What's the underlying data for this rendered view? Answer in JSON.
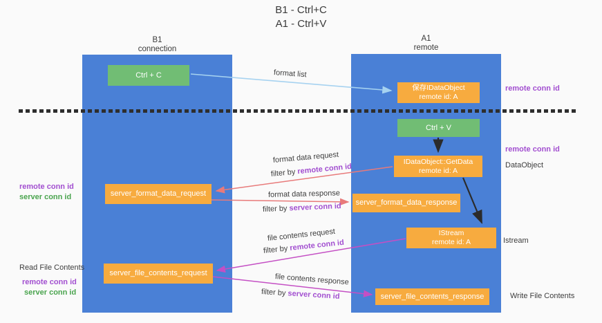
{
  "title": {
    "line1": "B1 - Ctrl+C",
    "line2": "A1 - Ctrl+V"
  },
  "lanes": {
    "left": {
      "name": "B1",
      "role": "connection"
    },
    "right": {
      "name": "A1",
      "role": "remote"
    }
  },
  "nodes": {
    "ctrl_c": "Ctrl + C",
    "ctrl_v": "Ctrl + V",
    "save_dataobject": {
      "line1": "保存IDataObject",
      "line2": "remote id: A"
    },
    "getdata": {
      "line1": "IDataObject::GetData",
      "line2": "remote id: A"
    },
    "istream": {
      "line1": "IStream",
      "line2": "remote id: A"
    },
    "format_request": "server_format_data_request",
    "format_response": "server_format_data_response",
    "file_request": "server_file_contents_request",
    "file_response": "server_file_contents_response"
  },
  "edge_labels": {
    "format_list": "format list",
    "format_data_request": "format data request",
    "format_data_response": "format data response",
    "file_contents_request": "file contents request",
    "file_contents_response": "file contents response",
    "filter_by": "filter by "
  },
  "labels": {
    "remote_conn_id": "remote conn id",
    "server_conn_id": "server conn id",
    "dataobject": "DataObject",
    "istream": "Istream",
    "read_file_contents": "Read File Contents",
    "write_file_contents": "Write File Contents"
  },
  "colors": {
    "lane_blue": "#4a80d6",
    "box_green": "#71bd74",
    "box_orange": "#f7ab3f",
    "purple_text": "#a24fd0",
    "green_text": "#4aa44e",
    "arrow_blue": "#a6d2f0",
    "arrow_salmon": "#e87a7a",
    "arrow_magenta": "#c44fc4",
    "arrow_black": "#2b2b2b",
    "dash_line": "#2e2e2e",
    "background": "#fafafa"
  }
}
